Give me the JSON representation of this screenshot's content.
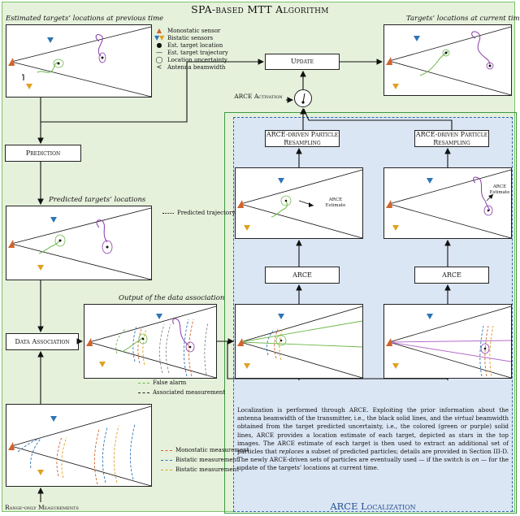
{
  "title": "SPA-based MTT Algorithm",
  "captions": {
    "previous": "Estimated targets’ locations at previous time",
    "current": "Targets’ locations at current time",
    "predicted": "Predicted targets’ locations",
    "association": "Output of the data association"
  },
  "blocks": {
    "prediction": "Prediction",
    "data_association": "Data Association",
    "update": "Update",
    "arce_1": "ARCE",
    "arce_2": "ARCE",
    "resampling_1": "ARCE-driven Particle Resampling",
    "resampling_2": "ARCE-driven Particle Resampling"
  },
  "switch_label": "ARCE Activation",
  "input_label": "Range-only Measurements",
  "arce_region_title": "ARCE Localization",
  "estimate_label": "ARCE Estimate",
  "legend_main": [
    {
      "symbol": "▲",
      "color": "#d1632c",
      "label": "Monostatic sensor"
    },
    {
      "symbol": "▼▼",
      "color": "#2e74b5",
      "label": "Bistatic sensors"
    },
    {
      "symbol": "●",
      "color": "#111111",
      "label": "Est. target location"
    },
    {
      "symbol": "—",
      "color": "#111111",
      "label": "Est. target trajectory"
    },
    {
      "symbol": "◯",
      "color": "#111111",
      "label": "Location uncertainty"
    },
    {
      "symbol": "<",
      "color": "#111111",
      "label": "Antenna beamwidth"
    }
  ],
  "legend_predicted": "Predicted trajectory",
  "legend_association": [
    {
      "label": "False alarm",
      "color": "#6db84a"
    },
    {
      "label": "Associated measurement",
      "color": "#222222"
    }
  ],
  "legend_measurements": [
    {
      "label": "Monostatic measurement",
      "color": "#d1632c"
    },
    {
      "label": "Bistatic measurement",
      "color": "#2e74b5"
    },
    {
      "label": "Bistatic measurement",
      "color": "#e0a020"
    }
  ],
  "description": {
    "p1": "Localization is performed through ARCE. Exploiting the prior information about the antenna beamwidth of the transmitter, i.e., the black solid lines, and the ",
    "e1": "virtual",
    "p2": " beamwidth obtained from the target predicted uncertainty, i.e., the colored (green or purple) solid lines, ARCE provides a location estimate of each target, depicted as stars in the top images. The ARCE estimate of each target is then used to extract an additional set of particles that ",
    "e2": "replaces",
    "p3": " a subset of predicted particles; details are provided in Section III-D. The newly ARCE-driven sets of particles are eventually used — if the switch is ",
    "e3": "on",
    "p4": " — for the update of the targets’ locations at current time."
  },
  "colors": {
    "green": "#6db84a",
    "purple": "#8a3aa8",
    "orange": "#d1632c",
    "blue": "#2e74b5",
    "yellow": "#e0a020",
    "outer_bg": "#e6f1dc",
    "arce_bg": "#dbe6f4"
  }
}
